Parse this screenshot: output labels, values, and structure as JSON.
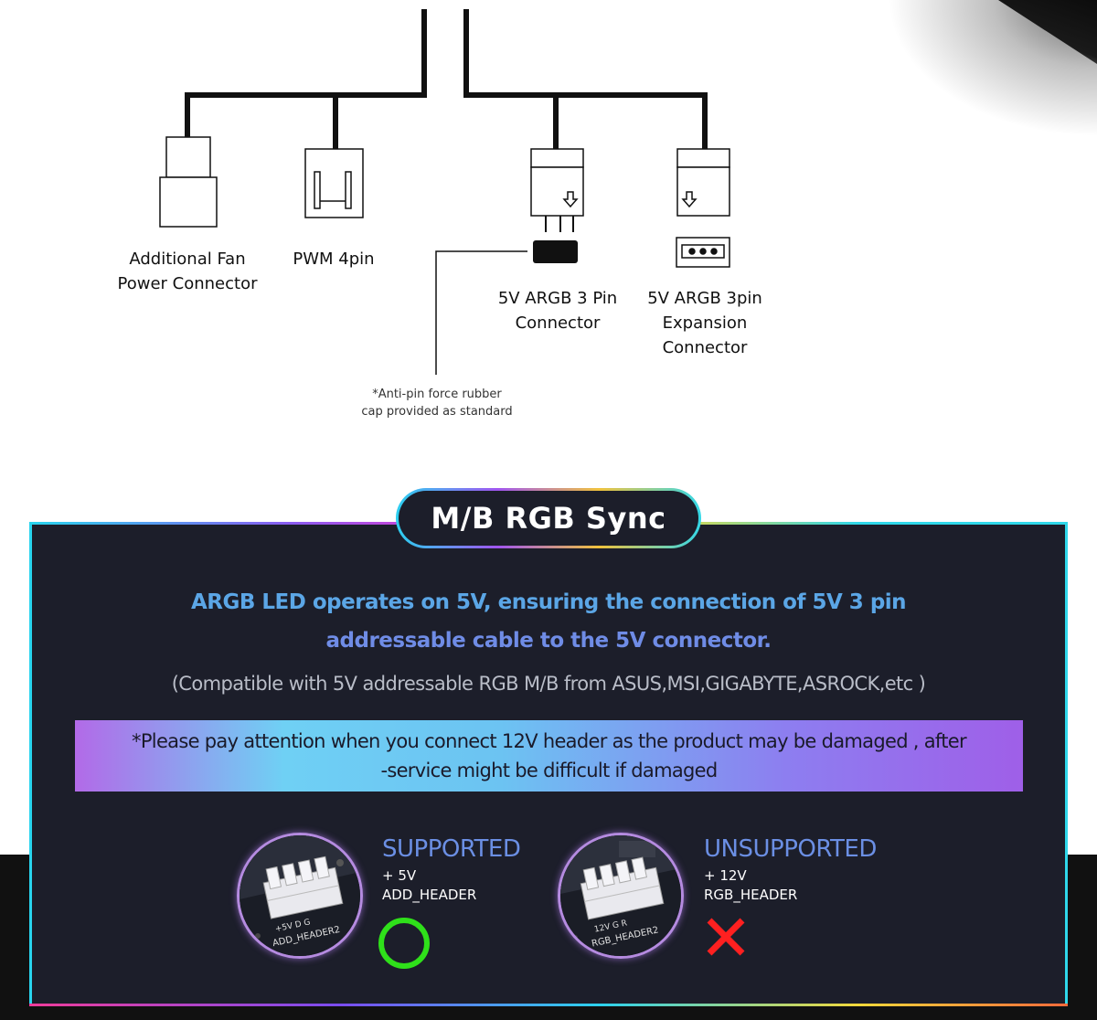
{
  "diagram": {
    "labels": {
      "additional_fan_line1": "Additional Fan",
      "additional_fan_line2": "Power Connector",
      "pwm": "PWM 4pin",
      "argb3_line1": "5V ARGB 3 Pin",
      "argb3_line2": "Connector",
      "argb_exp_line1": "5V ARGB 3pin",
      "argb_exp_line2": "Expansion",
      "argb_exp_line3": "Connector"
    },
    "footnote_line1": "*Anti-pin force rubber",
    "footnote_line2": "cap provided as standard"
  },
  "sync_panel": {
    "title": "M/B RGB Sync",
    "headline_line1": "ARGB LED operates on 5V, ensuring  the connection of 5V 3 pin",
    "headline_line2": "addressable cable to the 5V connector.",
    "compat_text": "(Compatible with 5V addressable RGB M/B  from ASUS,MSI,GIGABYTE,ASROCK,etc )",
    "warning_line1": "*Please pay attention when you connect 12V header as the product may be damaged , after",
    "warning_line2": "-service might be difficult if damaged",
    "supported": {
      "title": "SUPPORTED",
      "voltage": "+ 5V",
      "header": "ADD_HEADER",
      "photo_label_top": "+5V D G",
      "photo_label_bottom": "ADD_HEADER2",
      "status_icon": "green-circle-icon"
    },
    "unsupported": {
      "title": "UNSUPPORTED",
      "voltage": "+ 12V",
      "header": "RGB_HEADER",
      "photo_label_top": "12V G R",
      "photo_label_bottom": "RGB_HEADER2",
      "status_icon": "red-x-icon"
    }
  },
  "colors": {
    "panel_bg": "#1c1e2a",
    "headline_blue": "#5ba6e6",
    "ok_green": "#2fe01a",
    "bad_red": "#ff2020"
  }
}
